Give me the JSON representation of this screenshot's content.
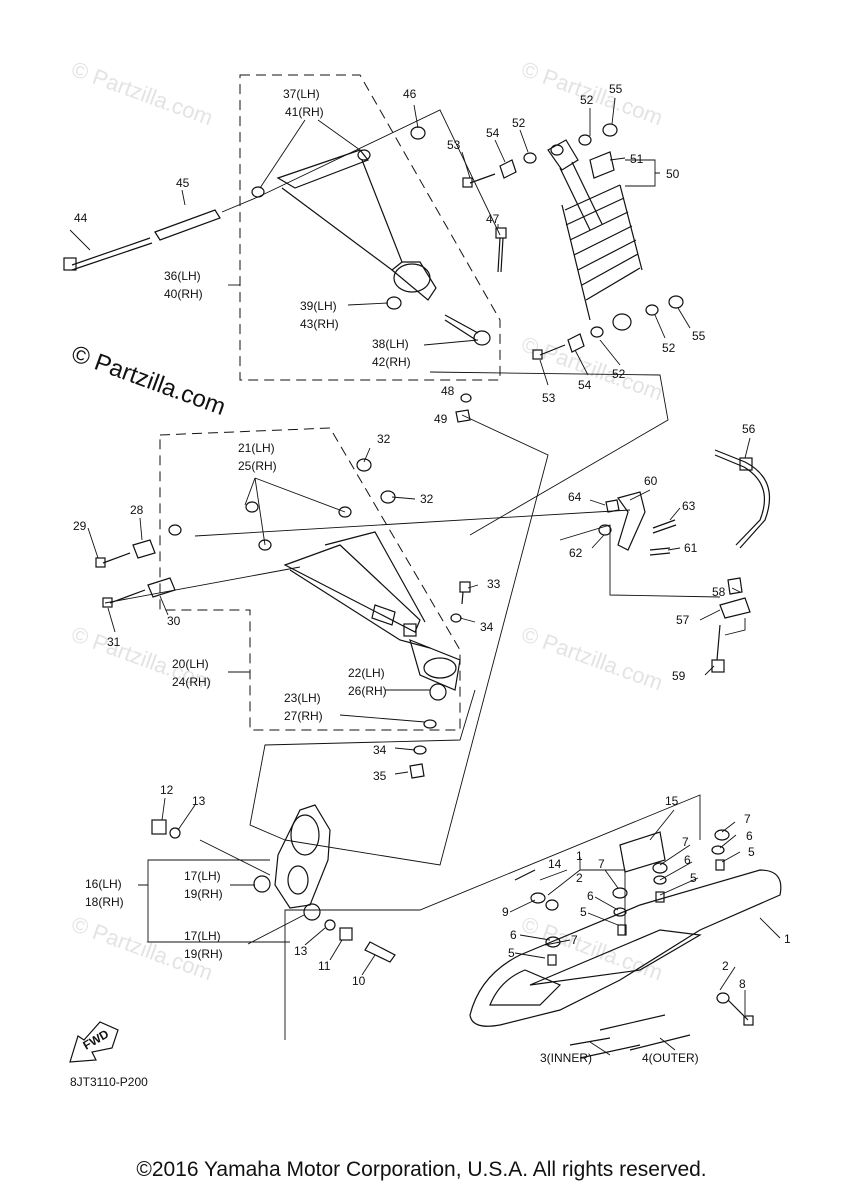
{
  "watermark": {
    "text": "© Partzilla.com"
  },
  "diagram_code": "8JT3110-P200",
  "fwd_label": "FWD",
  "copyright": "©2016 Yamaha Motor Corporation, U.S.A. All rights reserved.",
  "callouts": {
    "c1": "1",
    "c2": "2",
    "c3": "3(INNER)",
    "c4": "4(OUTER)",
    "c5": "5",
    "c6": "6",
    "c7": "7",
    "c8": "8",
    "c9": "9",
    "c10": "10",
    "c11": "11",
    "c12": "12",
    "c13": "13",
    "c14": "14",
    "c15": "15",
    "c16": "16(LH)",
    "c18": "18(RH)",
    "c17": "17(LH)",
    "c19": "19(RH)",
    "c20": "20(LH)",
    "c24": "24(RH)",
    "c21": "21(LH)",
    "c25": "25(RH)",
    "c22": "22(LH)",
    "c26": "26(RH)",
    "c23": "23(LH)",
    "c27": "27(RH)",
    "c28": "28",
    "c29": "29",
    "c30": "30",
    "c31": "31",
    "c32": "32",
    "c33": "33",
    "c34": "34",
    "c35": "35",
    "c36": "36(LH)",
    "c40": "40(RH)",
    "c37": "37(LH)",
    "c41": "41(RH)",
    "c38": "38(LH)",
    "c42": "42(RH)",
    "c39": "39(LH)",
    "c43": "43(RH)",
    "c44": "44",
    "c45": "45",
    "c46": "46",
    "c47": "47",
    "c48": "48",
    "c49": "49",
    "c50": "50",
    "c51": "51",
    "c52": "52",
    "c53": "53",
    "c54": "54",
    "c55": "55",
    "c56": "56",
    "c57": "57",
    "c58": "58",
    "c59": "59",
    "c60": "60",
    "c61": "61",
    "c62": "62",
    "c63": "63",
    "c64": "64"
  }
}
